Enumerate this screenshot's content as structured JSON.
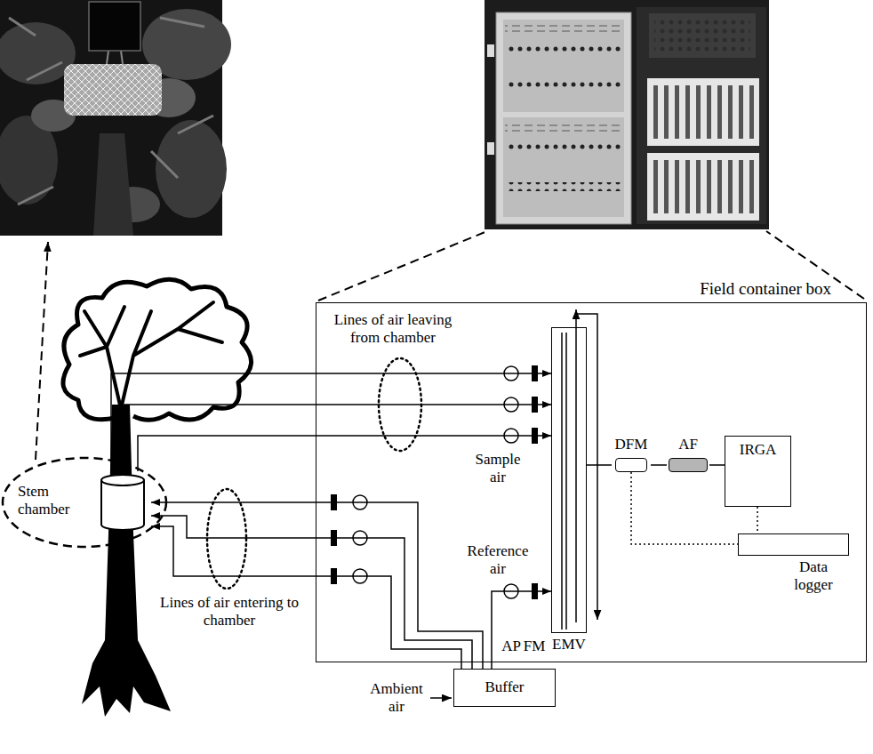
{
  "diagram": {
    "nodes": [
      {
        "text": [
          "Field container box"
        ]
      },
      {
        "text": [
          "EMV"
        ],
        "in": 0
      },
      {
        "text": [
          "DFM"
        ],
        "in": 0
      },
      {
        "text": [
          "AF"
        ],
        "in": 0
      },
      {
        "text": [
          "IRGA"
        ],
        "in": 0
      },
      {
        "text": [
          "Data logger"
        ],
        "in": 0
      },
      {
        "text": [
          "Stem chamber"
        ]
      },
      {
        "text": [
          "Buffer"
        ]
      }
    ],
    "edges": [
      {
        "from": 6,
        "to": 1,
        "arrow": "to"
      },
      {
        "from": 6,
        "to": 1,
        "arrow": "to"
      },
      {
        "from": 6,
        "to": 1,
        "arrow": "to"
      },
      {
        "from": 7,
        "to": 1,
        "arrow": "to"
      },
      {
        "from": 1,
        "to": 2,
        "arrow": "none"
      },
      {
        "from": 2,
        "to": 3,
        "arrow": "none"
      },
      {
        "from": 3,
        "to": 4,
        "arrow": "none"
      },
      {
        "from": 2,
        "to": 5,
        "arrow": "none"
      },
      {
        "from": 4,
        "to": 5,
        "arrow": "none"
      },
      {
        "from": 7,
        "to": 6,
        "arrow": "to"
      },
      {
        "from": 7,
        "to": 6,
        "arrow": "to"
      },
      {
        "from": 7,
        "to": 6,
        "arrow": "to"
      }
    ],
    "labels": [
      "Lines of air leaving from chamber",
      "Sample air",
      "Reference air",
      "Lines of air entering to chamber",
      "AP",
      "FM",
      "Ambient air"
    ]
  }
}
